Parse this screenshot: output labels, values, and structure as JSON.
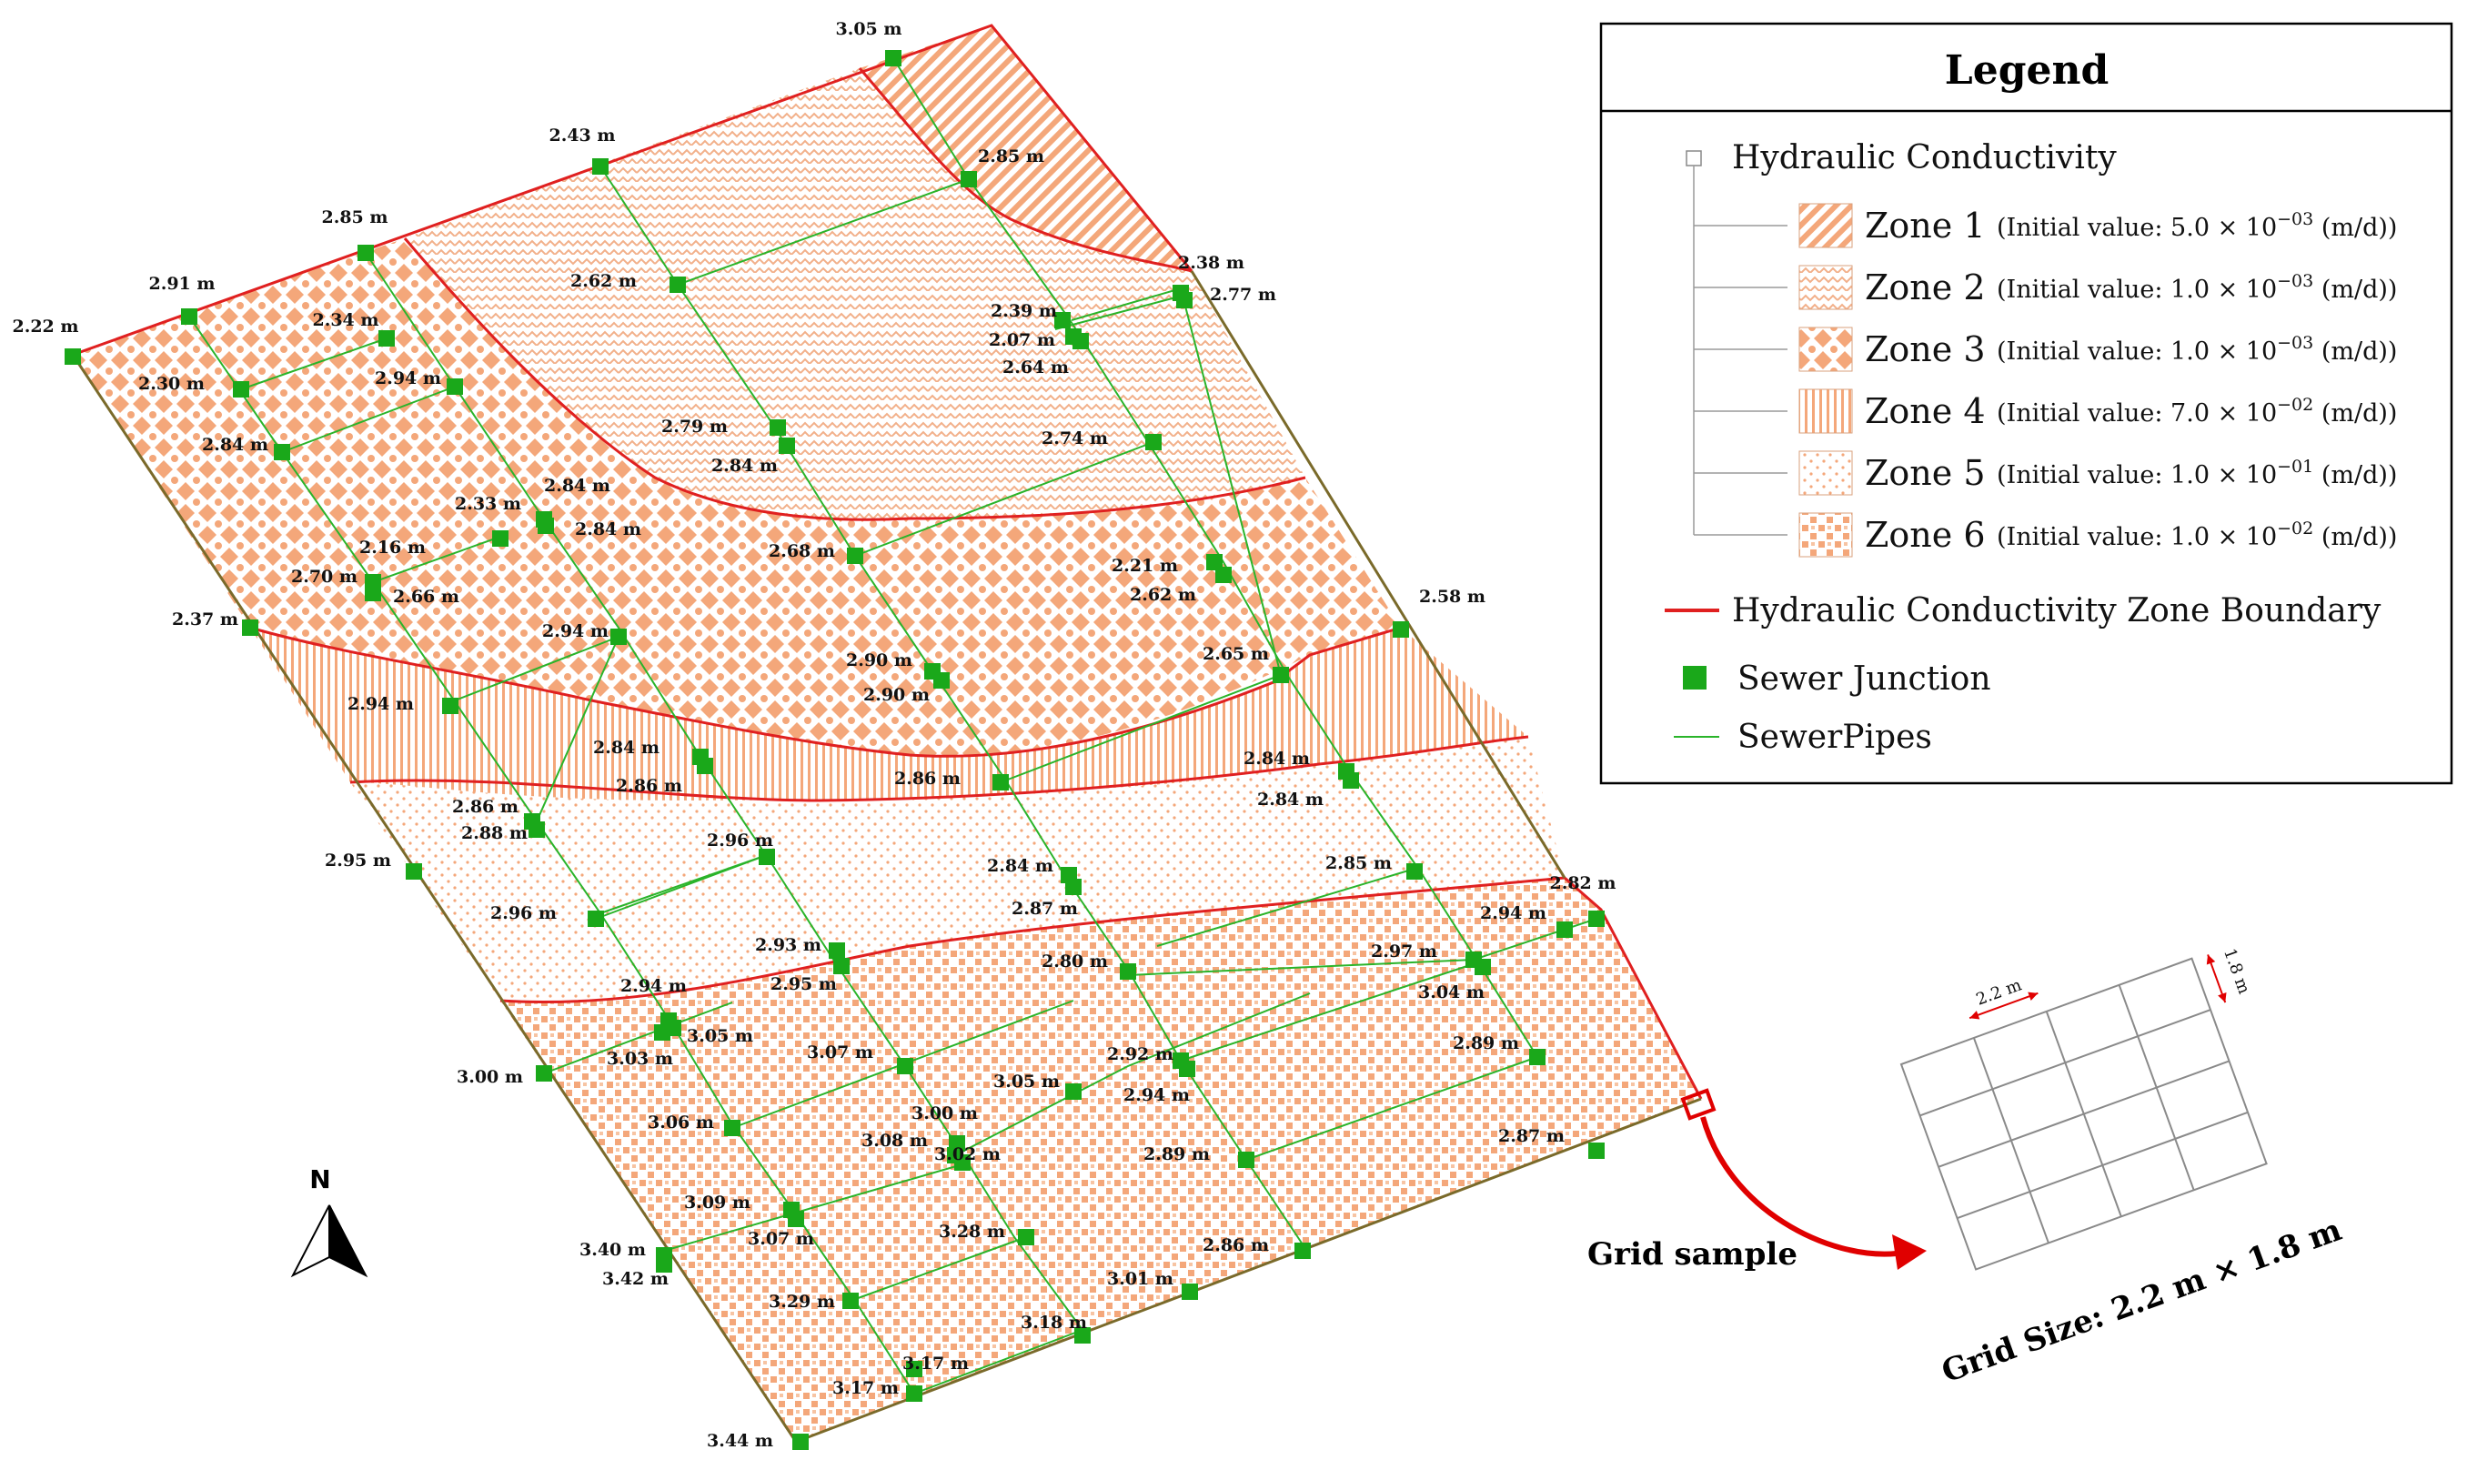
{
  "legend": {
    "title": "Legend",
    "group_label": "Hydraulic Conductivity",
    "zones": [
      {
        "name": "Zone 1",
        "value_prefix": "(Initial value: 5.0 × 10",
        "exponent": "−03",
        "value_suffix": " (m/d))",
        "color": "#f4a77a"
      },
      {
        "name": "Zone 2",
        "value_prefix": "(Initial value: 1.0 × 10",
        "exponent": "−03",
        "value_suffix": " (m/d))",
        "color": "#f4a77a"
      },
      {
        "name": "Zone 3",
        "value_prefix": "(Initial value: 1.0 × 10",
        "exponent": "−03",
        "value_suffix": " (m/d))",
        "color": "#f4a77a"
      },
      {
        "name": "Zone 4",
        "value_prefix": "(Initial value: 7.0 × 10",
        "exponent": "−02",
        "value_suffix": " (m/d))",
        "color": "#f4a77a"
      },
      {
        "name": "Zone 5",
        "value_prefix": "(Initial value: 1.0 × 10",
        "exponent": "−01",
        "value_suffix": " (m/d))",
        "color": "#f4a77a"
      },
      {
        "name": "Zone 6",
        "value_prefix": "(Initial value: 1.0 × 10",
        "exponent": "−02",
        "value_suffix": " (m/d))",
        "color": "#f4a77a"
      }
    ],
    "boundary_label": "Hydraulic Conductivity Zone Boundary",
    "boundary_color": "#e02020",
    "junction_label": "Sewer Junction",
    "junction_color": "#1aa81a",
    "pipes_label": "SewerPipes",
    "pipe_color": "#2ab42a"
  },
  "north_label": "N",
  "grid_sample": {
    "label": "Grid sample",
    "width_label": "2.2 m",
    "height_label": "1.8 m",
    "caption": "Grid Size: 2.2 m × 1.8 m"
  },
  "junction_labels": [
    "3.05 m",
    "2.85 m",
    "2.43 m",
    "2.62 m",
    "2.85 m",
    "2.91 m",
    "2.22 m",
    "2.34 m",
    "2.30 m",
    "2.94 m",
    "2.84 m",
    "2.38 m",
    "2.77 m",
    "2.39 m",
    "2.07 m",
    "2.64 m",
    "2.79 m",
    "2.84 m",
    "2.74 m",
    "2.84 m",
    "2.84 m",
    "2.33 m",
    "2.16 m",
    "2.70 m",
    "2.66 m",
    "2.68 m",
    "2.37 m",
    "2.21 m",
    "2.62 m",
    "2.58 m",
    "2.94 m",
    "2.65 m",
    "2.90 m",
    "2.90 m",
    "2.94 m",
    "2.84 m",
    "2.86 m",
    "2.86 m",
    "2.84 m",
    "2.84 m",
    "2.86 m",
    "2.88 m",
    "2.96 m",
    "2.95 m",
    "2.84 m",
    "2.87 m",
    "2.85 m",
    "2.96 m",
    "2.93 m",
    "2.95 m",
    "2.80 m",
    "2.82 m",
    "2.94 m",
    "2.97 m",
    "3.04 m",
    "2.94 m",
    "3.05 m",
    "3.03 m",
    "3.07 m",
    "3.00 m",
    "2.92 m",
    "2.94 m",
    "2.89 m",
    "3.05 m",
    "3.06 m",
    "3.00 m",
    "3.08 m",
    "3.02 m",
    "2.89 m",
    "2.87 m",
    "3.09 m",
    "3.07 m",
    "3.28 m",
    "3.40 m",
    "3.42 m",
    "2.86 m",
    "3.01 m",
    "3.29 m",
    "3.18 m",
    "3.17 m",
    "3.17 m",
    "3.44 m"
  ]
}
